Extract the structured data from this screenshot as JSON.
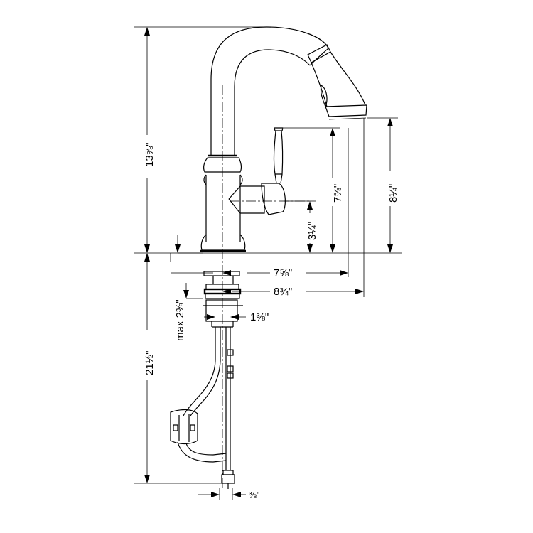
{
  "dimensions": {
    "overall_height": "13⅝\"",
    "spout_height": "7⅝\"",
    "outlet_height": "8¼\"",
    "handle_height": "3¼\"",
    "reach_top": "7⅝\"",
    "reach_bottom": "8¾\"",
    "max_deck": "max 2⅜\"",
    "shank_dia": "1⅜\"",
    "hose_length": "21½\"",
    "hose_conn": "⅜\""
  }
}
